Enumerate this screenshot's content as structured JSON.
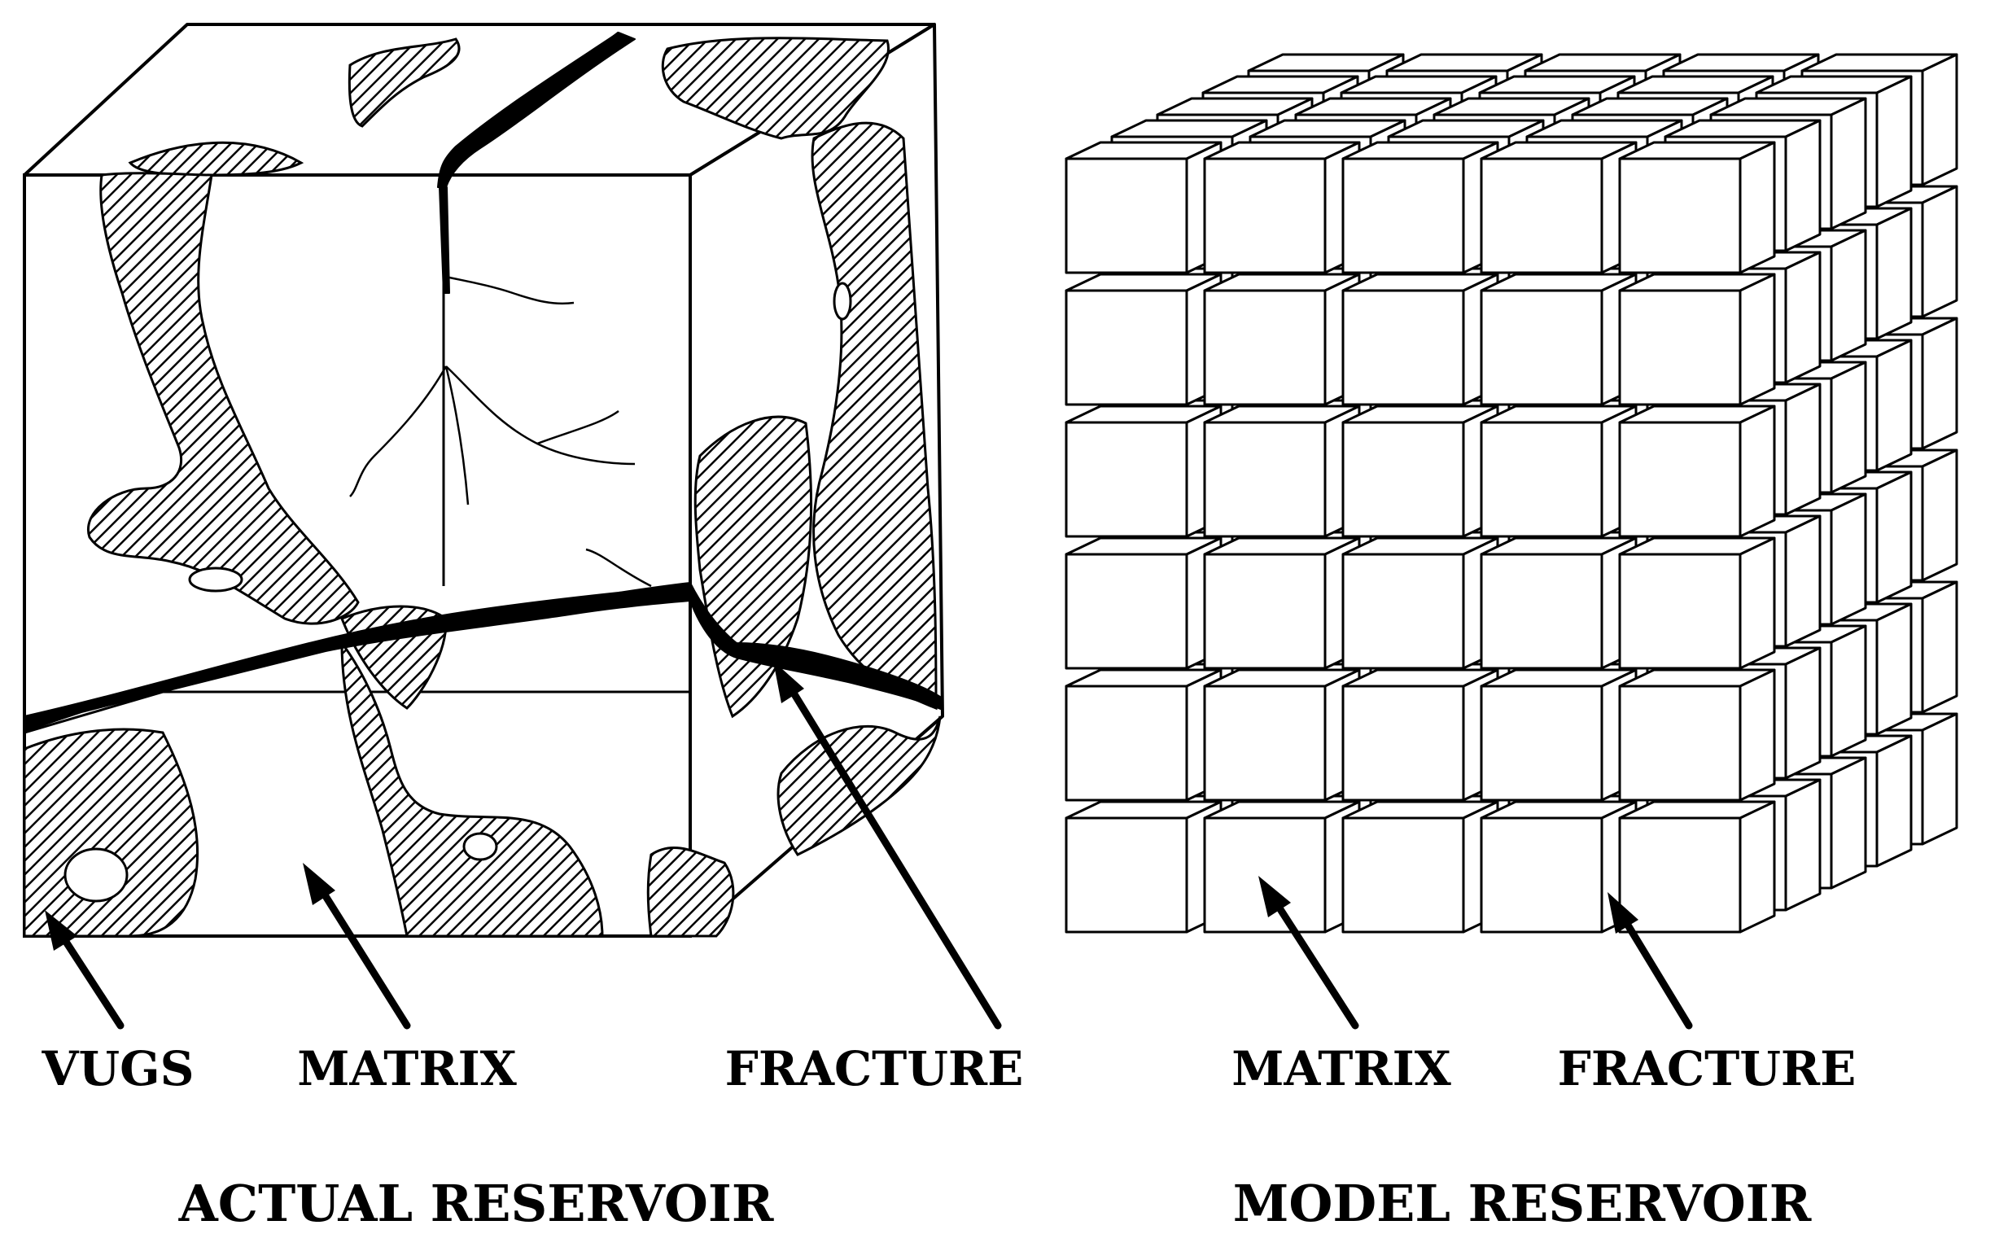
{
  "actual_reservoir": {
    "title": "ACTUAL RESERVOIR",
    "labels": {
      "vugs": "VUGS",
      "matrix": "MATRIX",
      "fracture": "FRACTURE"
    }
  },
  "model_reservoir": {
    "title": "MODEL RESERVOIR",
    "labels": {
      "matrix": "MATRIX",
      "fracture": "FRACTURE"
    },
    "grid": {
      "columns": 5,
      "rows": 6,
      "depth_layers": 5
    }
  },
  "colors": {
    "ink": "#000000",
    "paper": "#ffffff"
  }
}
